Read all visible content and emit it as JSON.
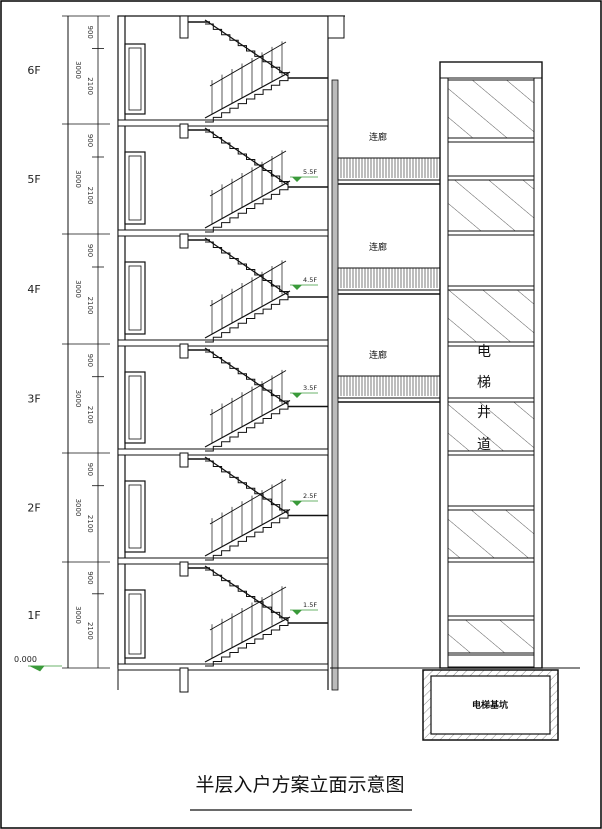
{
  "floors": [
    {
      "label": "6F",
      "dims": [
        "900",
        "3000",
        "2100"
      ]
    },
    {
      "label": "5F",
      "dims": [
        "900",
        "3000",
        "2100"
      ]
    },
    {
      "label": "4F",
      "dims": [
        "900",
        "3000",
        "2100"
      ]
    },
    {
      "label": "3F",
      "dims": [
        "900",
        "3000",
        "2100"
      ]
    },
    {
      "label": "2F",
      "dims": [
        "900",
        "3000",
        "2100"
      ]
    },
    {
      "label": "1F",
      "dims": [
        "900",
        "3000",
        "2100"
      ]
    }
  ],
  "ground_level": "0.000",
  "landing_levels": [
    "5.5F",
    "4.5F",
    "3.5F",
    "2.5F",
    "1.5F"
  ],
  "corridor_label": "连廊",
  "shaft_chars": [
    "电",
    "梯",
    "井",
    "道"
  ],
  "pit_label": "电梯基坑",
  "caption": "半层入户方案立面示意图"
}
